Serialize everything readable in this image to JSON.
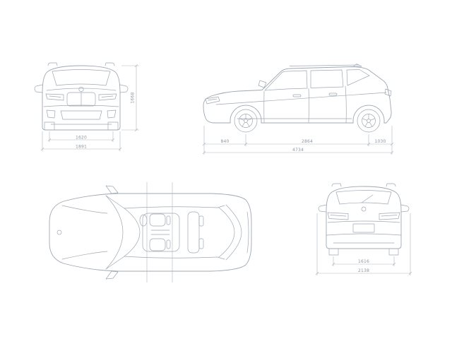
{
  "colors": {
    "background": "#ffffff",
    "outline": "#9fa8b2",
    "dimension": "#b0b7c0",
    "label": "#8d96a0"
  },
  "views": {
    "front": {
      "dims": {
        "height": "1668",
        "track": "1620",
        "width": "1891"
      }
    },
    "side": {
      "dims": {
        "front_overhang": "840",
        "wheelbase": "2864",
        "rear_overhang": "1030",
        "length": "4734"
      }
    },
    "top": {},
    "rear": {
      "dims": {
        "track": "1616",
        "width_with_mirrors": "2138"
      }
    }
  }
}
